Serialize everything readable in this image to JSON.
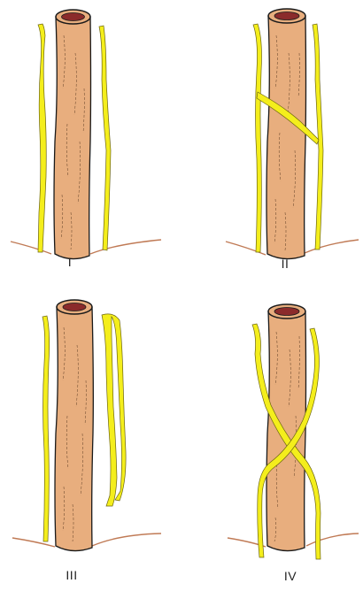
{
  "panels": [
    {
      "label": "I"
    },
    {
      "label": "II"
    },
    {
      "label": "III"
    },
    {
      "label": "IV"
    }
  ],
  "colors": {
    "tube_fill": "#E8AE7E",
    "tube_outline": "#1a1a1a",
    "lumen": "#8B2B2B",
    "nerve_fill": "#F4EE1C",
    "nerve_outline": "#6b6410",
    "skin_line": "#C07A55"
  }
}
